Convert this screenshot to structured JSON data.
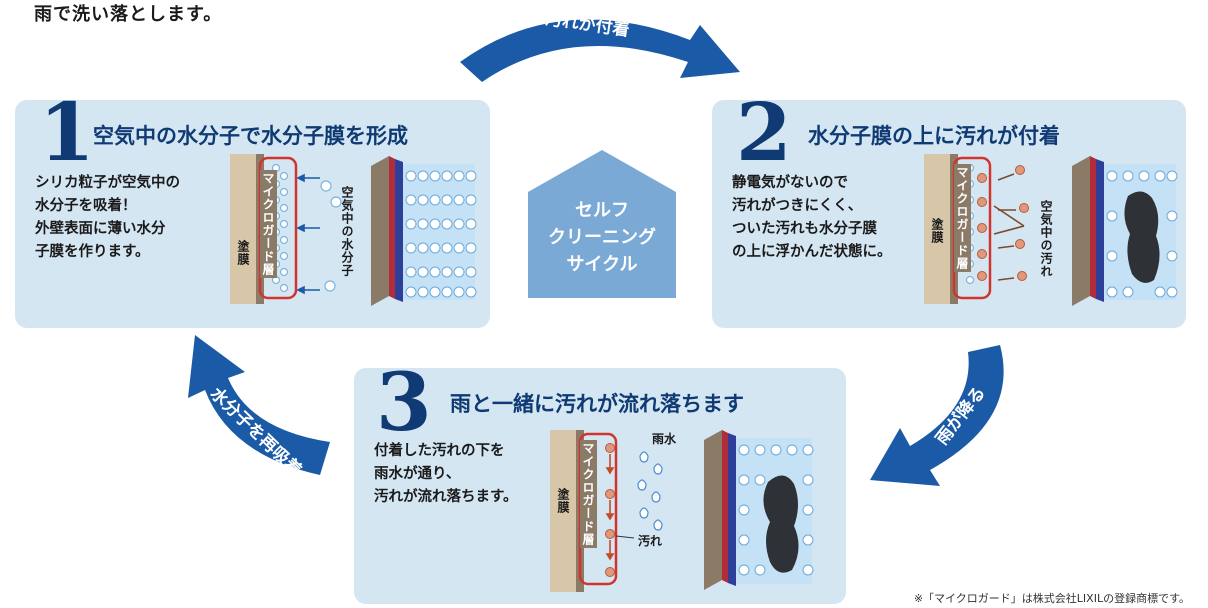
{
  "intro_text": "雨で洗い落とします。",
  "center": {
    "label": "セルフ\nクリーニング\nサイクル"
  },
  "arrows": {
    "top": "汚れが付着",
    "right": "雨が降る",
    "left": "水分子を再吸着"
  },
  "steps": [
    {
      "number": "1",
      "title": "空気中の水分子で水分子膜を形成",
      "description": "シリカ粒子が空気中の\n水分子を吸着！\n外壁表面に薄い水分\n子膜を作ります。",
      "coating_label": "塗膜",
      "layer_label": "マイクロガード層",
      "side_label": "空気中の水分子"
    },
    {
      "number": "2",
      "title": "水分子膜の上に汚れが付着",
      "description": "静電気がないので\n汚れがつきにくく、\nついた汚れも水分子膜\nの上に浮かんだ状態に。",
      "coating_label": "塗膜",
      "layer_label": "マイクロガード層",
      "side_label": "空気中の汚れ"
    },
    {
      "number": "3",
      "title": "雨と一緒に汚れが流れ落ちます",
      "description": "付着した汚れの下を\n雨水が通り、\n汚れが流れ落ちます。",
      "coating_label": "塗膜",
      "layer_label": "マイクロガード層",
      "rain_label": "雨水",
      "dirt_label": "汚れ"
    }
  ],
  "footnote": "※「マイクロガード」は株式会社LIXILの登録商標です。",
  "colors": {
    "panel": "#d5e6f3",
    "navy": "#0f3a73",
    "arrow": "#1a5aa6",
    "center_house": "#7ba9d6",
    "red_frame": "#d0342c",
    "coating": "#d8c6a8",
    "dark_layer": "#8a7a66"
  }
}
